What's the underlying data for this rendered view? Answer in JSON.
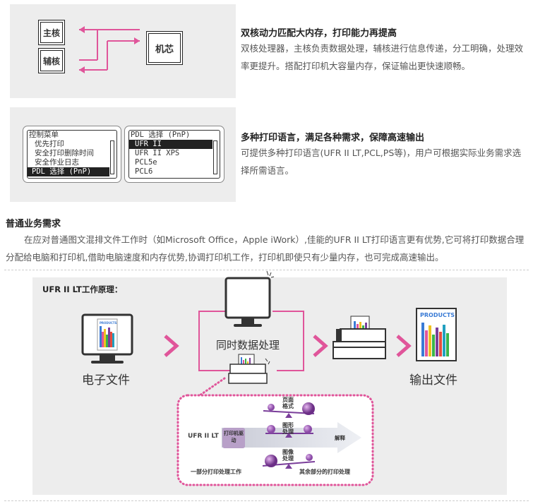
{
  "colors": {
    "pink": "#e0559a",
    "panel": "#ededed",
    "purple": "#7a3e9a",
    "arrow": "#d9dbe4"
  },
  "section1": {
    "chip_main": "主核",
    "chip_aux": "辅核",
    "chip_cpu": "机芯",
    "title": "双核动力匹配大内存，打印能力再提高",
    "body": "双核处理器，主核负责数据处理，辅核进行信息传递，分工明确，处理效率更提升。搭配打印机大容量内存，保证输出更快速顺畅。"
  },
  "section2": {
    "menu": {
      "header": "控制菜单",
      "items": [
        "优先打印",
        "安全打印删除时间",
        "安全作业日志"
      ],
      "selected": "PDL 选择 (PnP)"
    },
    "pdl": {
      "header": "PDL 选择 (PnP)",
      "selected": "UFR II",
      "items": [
        "UFR II XPS",
        "PCL5e",
        "PCL6"
      ]
    },
    "title": "多种打印语言，满足各种需求，保障高速输出",
    "body": "可提供多种打印语言(UFR II LT,PCL,PS等)，用户可根据实际业务需求选择所需语言。"
  },
  "section3": {
    "heading": "普通业务需求",
    "body": "在应对普通图文混排文件工作时（如Microsoft Office，Apple iWork）,佳能的UFR II LT打印语言更有优势,它可将打印数据合理分配给电脑和打印机,借助电脑速度和内存优势,协调打印机工作，打印机即使只有少量内存，也可完成高速输出。"
  },
  "diagram": {
    "title": "UFR II LT工作原理：",
    "products": "PRODUCTS",
    "doc_label": "电子文件",
    "process_label": "同时数据处理",
    "output_label": "输出文件",
    "ufr_label": "UFR II LT",
    "driver_label": "打印机驱动",
    "interpret_label": "解释",
    "layout_label": "页面格式",
    "graphics_label": "图形处理",
    "image_label": "图像处理",
    "left_caption": "一部分打印处理工作",
    "right_caption": "其余部分的打印处理"
  }
}
